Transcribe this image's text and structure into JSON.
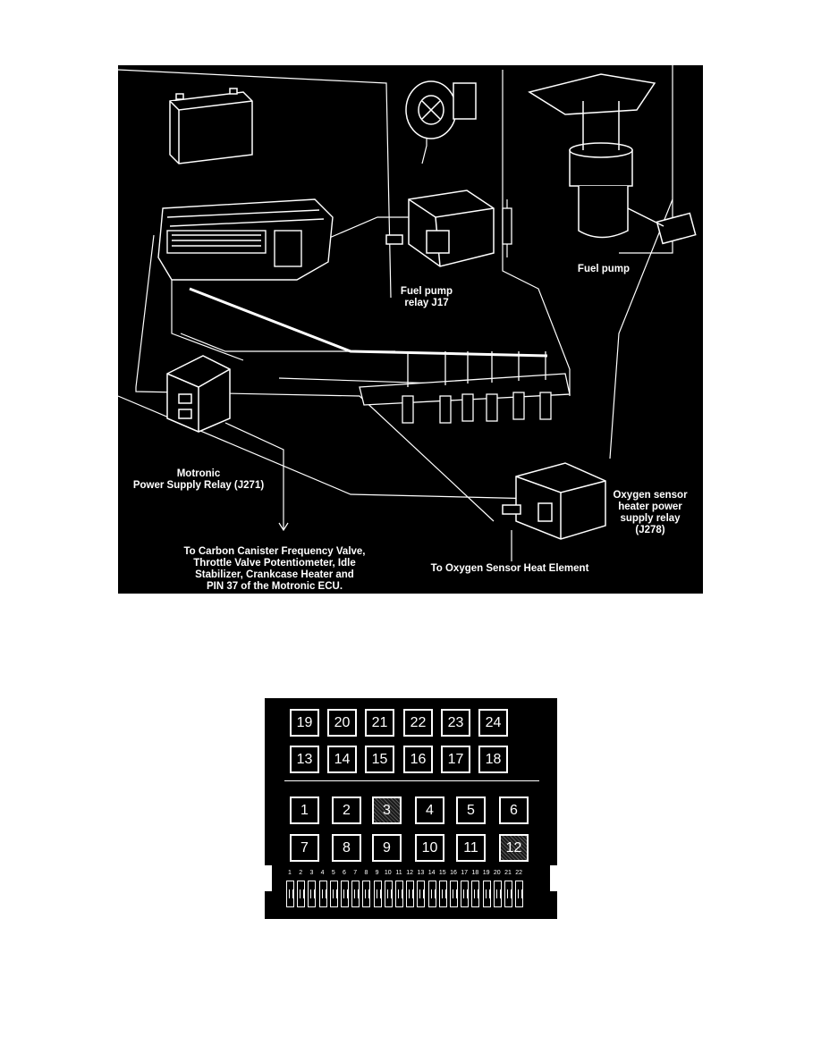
{
  "diagram": {
    "labels": {
      "fuel_pump": "Fuel pump",
      "fuel_pump_relay": "Fuel pump\nrelay J17",
      "motronic_relay": "Motronic\nPower Supply Relay (J271)",
      "o2_relay": "Oxygen sensor\nheater power\nsupply relay\n(J278)",
      "o2_heat_element": "To Oxygen Sensor Heat Element",
      "canister": "To Carbon Canister Frequency Valve,\nThrottle Valve Potentiometer, Idle\nStabilizer, Crankcase Heater and\nPIN 37 of the Motronic ECU."
    }
  },
  "fuse_panel": {
    "relay_rows": [
      [
        "19",
        "20",
        "21",
        "22",
        "23",
        "24"
      ],
      [
        "13",
        "14",
        "15",
        "16",
        "17",
        "18"
      ],
      [
        "1",
        "2",
        "3",
        "4",
        "5",
        "6"
      ],
      [
        "7",
        "8",
        "9",
        "10",
        "11",
        "12"
      ]
    ],
    "highlighted_slots": [
      "3",
      "12"
    ],
    "fuse_numbers": [
      "1",
      "2",
      "3",
      "4",
      "5",
      "6",
      "7",
      "8",
      "9",
      "10",
      "11",
      "12",
      "13",
      "14",
      "15",
      "16",
      "17",
      "18",
      "19",
      "20",
      "21",
      "22"
    ]
  }
}
